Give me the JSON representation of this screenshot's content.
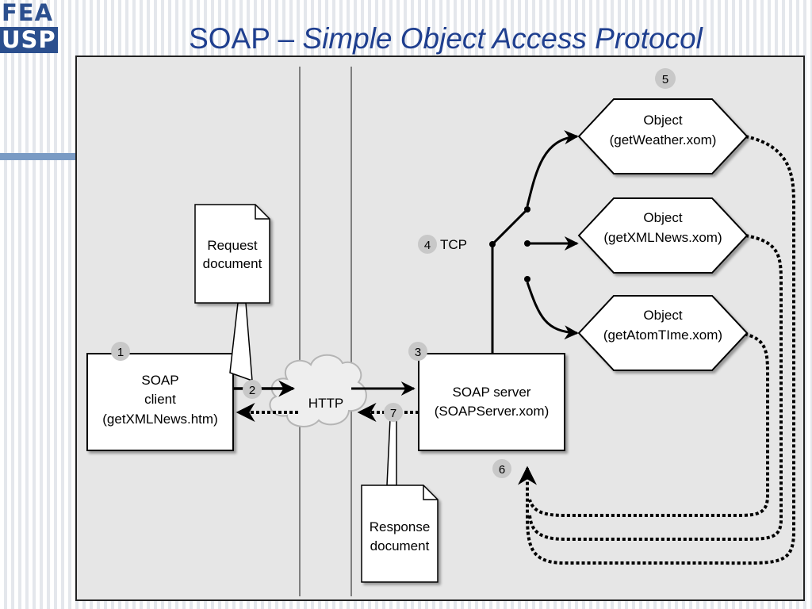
{
  "logo": {
    "line1": "FEA",
    "line2": "USP"
  },
  "slide": {
    "title_plain": "SOAP – ",
    "title_italic": "Simple Object Access Protocol"
  },
  "diagram": {
    "steps": [
      "1",
      "2",
      "3",
      "4",
      "5",
      "6",
      "7"
    ],
    "tcp_label": "TCP",
    "http_label": "HTTP",
    "client": {
      "line1": "SOAP",
      "line2": "client",
      "line3": "(getXMLNews.htm)"
    },
    "server": {
      "line1": "SOAP server",
      "line2": "(SOAPServer.xom)"
    },
    "request_doc": {
      "line1": "Request",
      "line2": "document"
    },
    "response_doc": {
      "line1": "Response",
      "line2": "document"
    },
    "objects": [
      {
        "line1": "Object",
        "line2": "(getWeather.xom)"
      },
      {
        "line1": "Object",
        "line2": "(getXMLNews.xom)"
      },
      {
        "line1": "Object",
        "line2": "(getAtomTIme.xom)"
      }
    ],
    "colors": {
      "panel": "#e6e6e6",
      "badge": "#c8c8c8",
      "line": "#000000",
      "vline": "#7f7f7f"
    }
  }
}
